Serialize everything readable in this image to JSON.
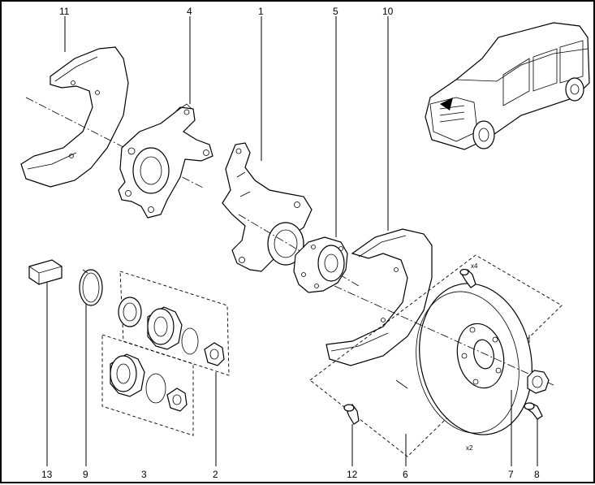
{
  "callouts": [
    {
      "num": "11",
      "part": "backing-plate-top"
    },
    {
      "num": "4",
      "part": "steering-knuckle-left"
    },
    {
      "num": "1",
      "part": "steering-knuckle-center"
    },
    {
      "num": "5",
      "part": "wheel-hub"
    },
    {
      "num": "10",
      "part": "backing-plate-right"
    },
    {
      "num": "13",
      "part": "grease-block"
    },
    {
      "num": "9",
      "part": "circlip"
    },
    {
      "num": "3",
      "part": "bearing-kit-lower"
    },
    {
      "num": "2",
      "part": "bearing-kit-upper"
    },
    {
      "num": "12",
      "part": "bolt-small"
    },
    {
      "num": "6",
      "part": "brake-disc"
    },
    {
      "num": "7",
      "part": "hub-nut"
    },
    {
      "num": "8",
      "part": "disc-bolt"
    }
  ],
  "quantity_marks": {
    "top": "x4",
    "bottom": "x2"
  }
}
